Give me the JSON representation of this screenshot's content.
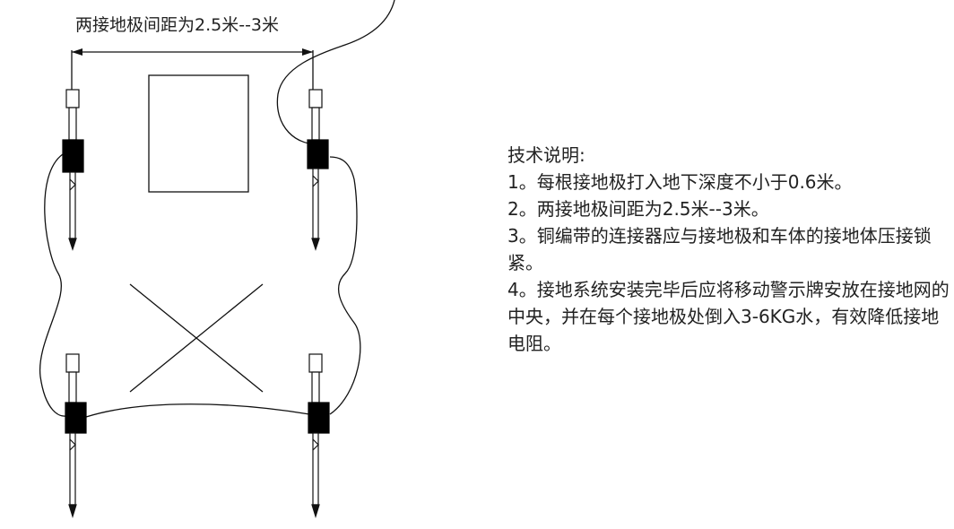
{
  "diagram": {
    "spacing_label": "两接地极间距为2.5米--3米",
    "line_color": "#111111",
    "clamp_color": "#000000"
  },
  "notes": {
    "title": "技术说明:",
    "items": [
      "1。每根接地极打入地下深度不小于0.6米。",
      "2。两接地极间距为2.5米--3米。",
      "3。铜编带的连接器应与接地极和车体的接地体压接锁紧。",
      "4。接地系统安装完毕后应将移动警示牌安放在接地网的中央，并在每个接地极处倒入3-6KG水，有效降低接地电阻。"
    ]
  }
}
